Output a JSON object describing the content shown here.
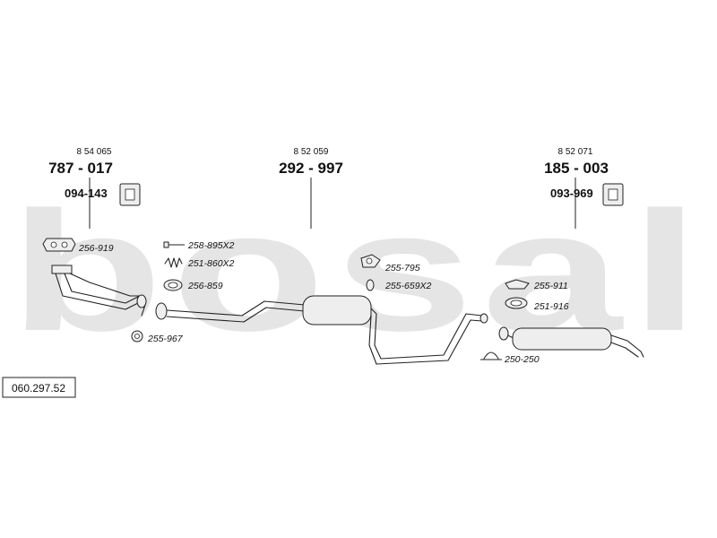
{
  "colors": {
    "watermark": "#e5e5e5",
    "line": "#222222"
  },
  "watermark_text": "bosal",
  "reference_number": "060.297.52",
  "assemblies": [
    {
      "oe": "8 54 065",
      "part": "787 - 017",
      "mount": "094-143"
    },
    {
      "oe": "8 52 059",
      "part": "292 - 997"
    },
    {
      "oe": "8 52 071",
      "part": "185 - 003",
      "mount": "093-969"
    }
  ],
  "accessories": [
    "256-919",
    "258-895X2",
    "251-860X2",
    "256-859",
    "255-967",
    "255-795",
    "255-659X2",
    "255-911",
    "251-916",
    "250-250"
  ]
}
